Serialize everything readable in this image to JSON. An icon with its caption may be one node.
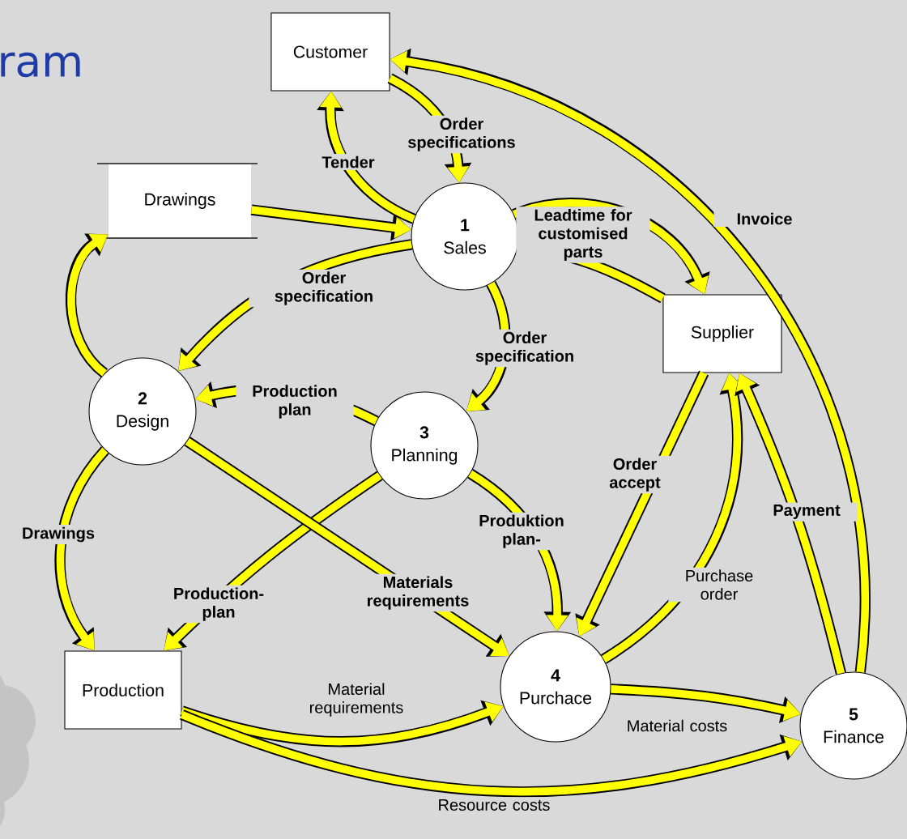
{
  "diagram": {
    "title": "ram",
    "nodes": [
      {
        "text": [
          "Customer"
        ]
      },
      {
        "text": [
          "Drawings"
        ]
      },
      {
        "text": [
          "1",
          "Sales"
        ]
      },
      {
        "text": [
          "Supplier"
        ]
      },
      {
        "text": [
          "2",
          "Design"
        ]
      },
      {
        "text": [
          "3",
          "Planning"
        ]
      },
      {
        "text": [
          "Production"
        ]
      },
      {
        "text": [
          "4",
          "Purchace"
        ]
      },
      {
        "text": [
          "5",
          "Finance"
        ]
      }
    ],
    "edges": [
      {
        "from": 2,
        "to": 0,
        "arrow": "to",
        "label": "Tender"
      },
      {
        "from": 0,
        "to": 2,
        "arrow": "to",
        "label": "Order specifications"
      },
      {
        "from": 8,
        "to": 0,
        "arrow": "to",
        "label": "Invoice"
      },
      {
        "from": 1,
        "to": 2,
        "arrow": "to"
      },
      {
        "from": 4,
        "to": 1,
        "arrow": "to"
      },
      {
        "from": 2,
        "to": 4,
        "arrow": "to",
        "label": "Order specification"
      },
      {
        "from": 3,
        "to": 2,
        "arrow": "to",
        "label": "Leadtime for customised parts"
      },
      {
        "from": 2,
        "to": 3,
        "arrow": "to"
      },
      {
        "from": 2,
        "to": 5,
        "arrow": "to",
        "label": "Order specification"
      },
      {
        "from": 5,
        "to": 4,
        "arrow": "to",
        "label": "Production plan"
      },
      {
        "from": 4,
        "to": 6,
        "arrow": "to",
        "label": "Drawings"
      },
      {
        "from": 5,
        "to": 6,
        "arrow": "to",
        "label": "Production-plan"
      },
      {
        "from": 4,
        "to": 7,
        "arrow": "to",
        "label": "Materials requirements"
      },
      {
        "from": 5,
        "to": 7,
        "arrow": "to",
        "label": "Produktion plan-"
      },
      {
        "from": 3,
        "to": 7,
        "arrow": "to",
        "label": "Order accept"
      },
      {
        "from": 7,
        "to": 3,
        "arrow": "to",
        "label": "Purchase order"
      },
      {
        "from": 8,
        "to": 3,
        "arrow": "to",
        "label": "Payment"
      },
      {
        "from": 6,
        "to": 7,
        "arrow": "to",
        "label": "Material requirements"
      },
      {
        "from": 7,
        "to": 8,
        "arrow": "to",
        "label": "Material costs"
      },
      {
        "from": 6,
        "to": 8,
        "arrow": "to",
        "label": "Resource costs"
      }
    ]
  }
}
